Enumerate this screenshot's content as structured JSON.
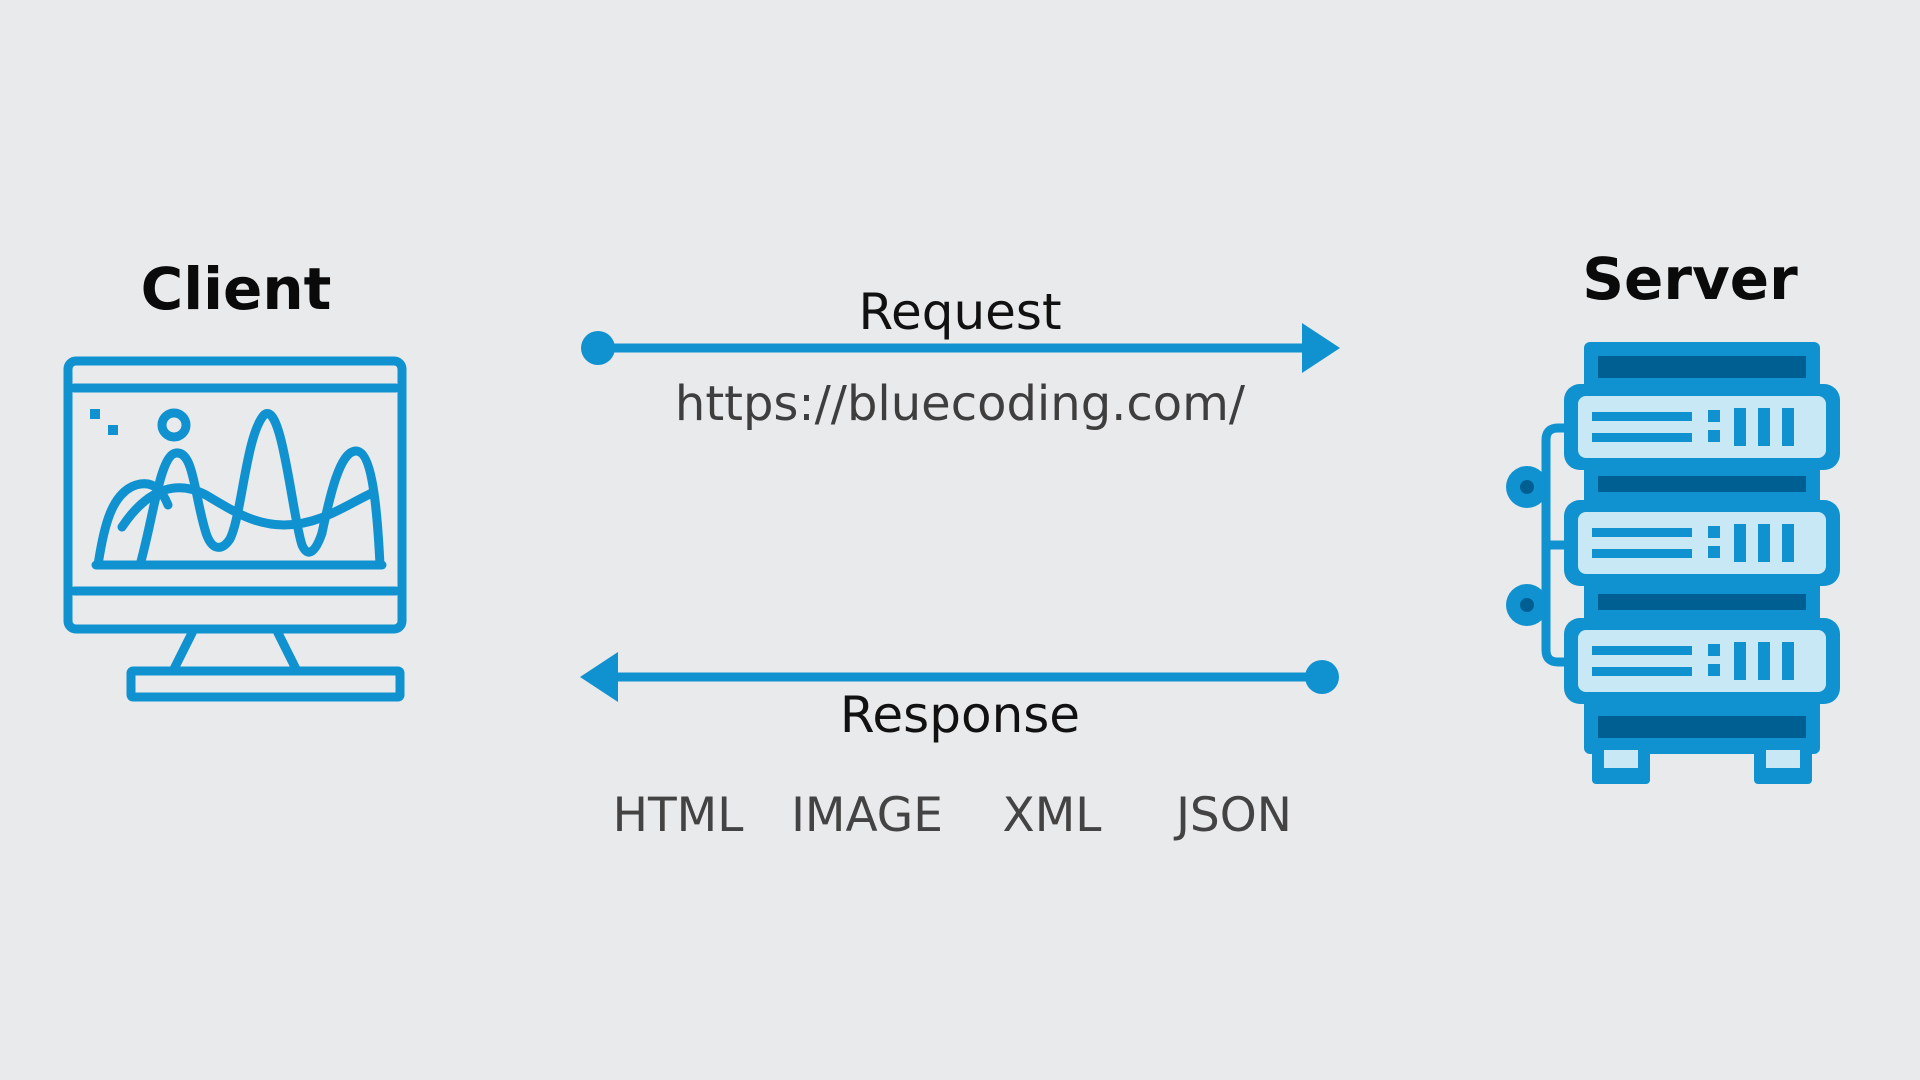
{
  "diagram": {
    "client": {
      "title": "Client",
      "icon": "monitor-chart-icon"
    },
    "server": {
      "title": "Server",
      "icon": "server-rack-icon"
    },
    "request": {
      "label": "Request",
      "url": "https://bluecoding.com/"
    },
    "response": {
      "label": "Response",
      "formats": [
        "HTML",
        "IMAGE",
        "XML",
        "JSON"
      ]
    }
  },
  "colors": {
    "background": "#E8EAEC",
    "accent_blue": "#1192D0",
    "dark_blue": "#005F92",
    "light_blue": "#C9E8F5",
    "title_text": "#0A0A0A",
    "body_text": "#3E3E3E"
  }
}
